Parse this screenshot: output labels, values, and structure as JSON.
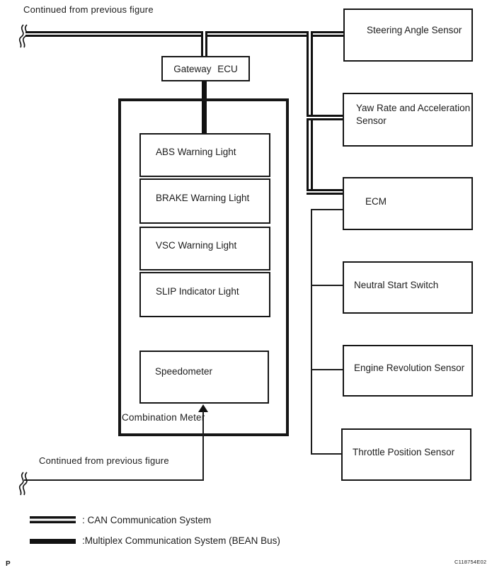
{
  "notes": {
    "top": "Continued from previous figure",
    "bottom": "Continued from previous figure"
  },
  "nodes": {
    "gateway_ecu": "Gateway ECU",
    "combination_meter_label": "Combination Meter",
    "meter_items": [
      "ABS Warning Light",
      "BRAKE Warning Light",
      "VSC Warning Light",
      "SLIP Indicator Light"
    ],
    "speedometer": "Speedometer",
    "steering_angle_sensor": "Steering Angle Sensor",
    "yaw_rate_sensor": "Yaw Rate and Acceleration Sensor",
    "ecm": "ECM",
    "neutral_start_switch": "Neutral Start Switch",
    "engine_revolution_sensor": "Engine Revolution Sensor",
    "throttle_position_sensor": "Throttle Position Sensor"
  },
  "legend": {
    "can": {
      "label": ": CAN Communication System",
      "line_style": "double-line"
    },
    "bean": {
      "label": ":Multiplex Communication System (BEAN Bus)",
      "line_style": "solid-thick"
    }
  },
  "footer": {
    "page_letter": "P",
    "figure_code": "C118754E02"
  },
  "colors": {
    "line": "#161616",
    "background": "#ffffff"
  }
}
